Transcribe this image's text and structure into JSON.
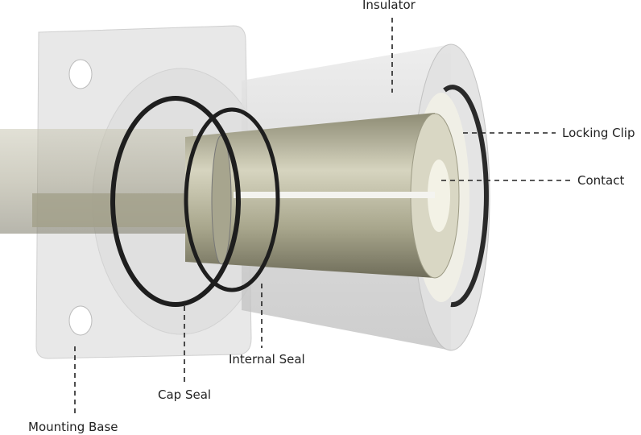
{
  "title": "Connector exploded cross-section",
  "labels": {
    "insulator": "Insulator",
    "locking_clip": "Locking Clip",
    "contact": "Contact",
    "internal_seal": "Internal Seal",
    "cap_seal": "Cap Seal",
    "mounting_base": "Mounting Base"
  },
  "colors": {
    "ring": "#1e1e1e",
    "housing": "#d9d9d9",
    "contact": "#b8b59a",
    "leader": "#222222"
  }
}
